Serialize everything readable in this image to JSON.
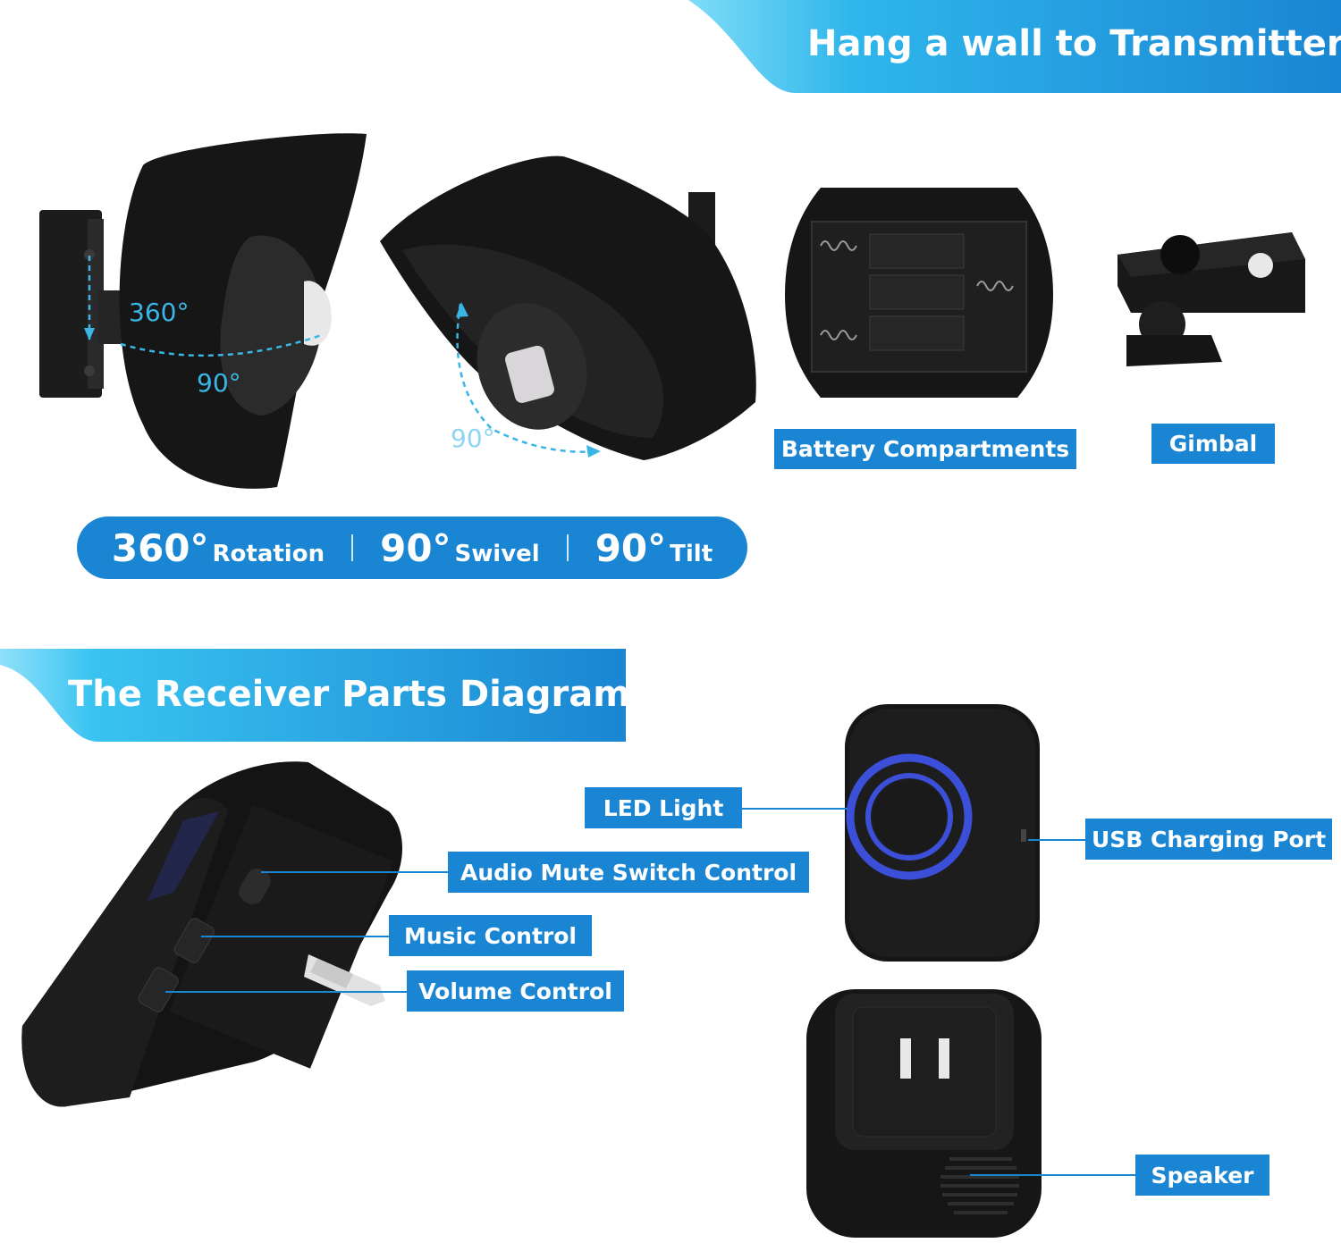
{
  "header_banner": {
    "title": "Hang a wall to Transmitter"
  },
  "receiver_banner": {
    "title": "The Receiver Parts Diagram"
  },
  "transmitter": {
    "rotation_label": "360°",
    "swivel_label": "90°",
    "tilt_label": "90°",
    "spec_pill": [
      {
        "value": "360°",
        "label": "Rotation"
      },
      {
        "value": "90°",
        "label": "Swivel"
      },
      {
        "value": "90°",
        "label": "Tilt"
      }
    ],
    "battery_tag": "Battery Compartments",
    "gimbal_tag": "Gimbal"
  },
  "receiver": {
    "led_tag": "LED Light",
    "mute_tag": "Audio Mute Switch  Control",
    "music_tag": "Music Control",
    "volume_tag": "Volume Control",
    "usb_tag": "USB Charging Port",
    "speaker_tag": "Speaker"
  },
  "colors": {
    "accent_blue": "#1a86d3",
    "banner_light": "#39c3f0",
    "annotation_cyan": "#39b6e6",
    "product_black": "#151515",
    "led_ring": "#3b4fd8"
  }
}
